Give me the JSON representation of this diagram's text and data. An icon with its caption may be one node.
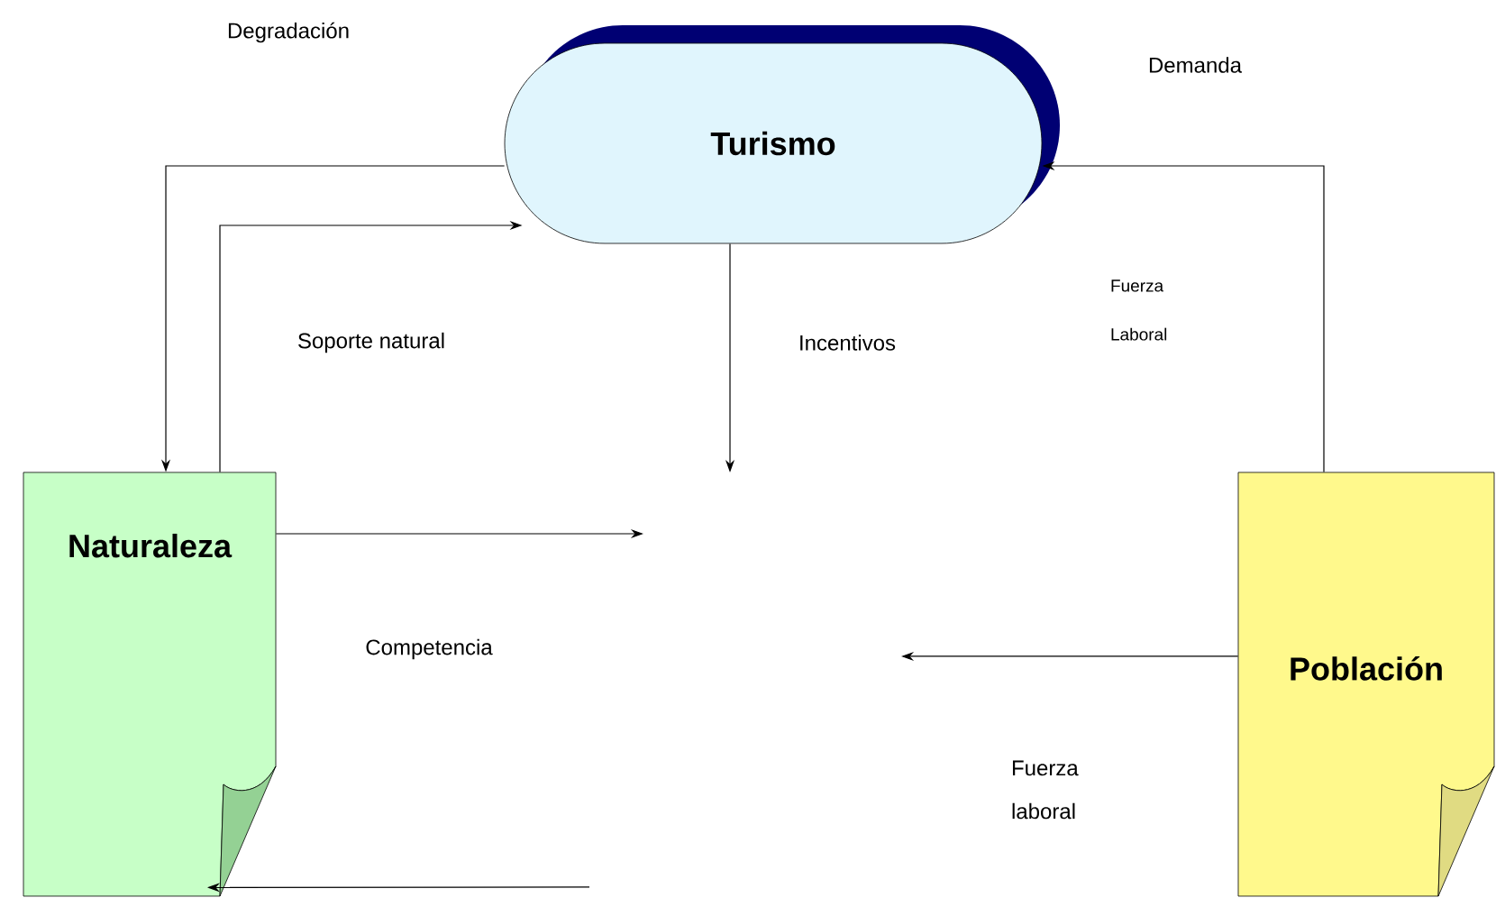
{
  "diagram": {
    "nodes": [
      {
        "text": [
          "Turismo"
        ]
      },
      {
        "text": [
          "Naturaleza"
        ]
      },
      {
        "text": [
          "Población"
        ]
      }
    ],
    "edges": [
      {
        "from": 0,
        "to": 1,
        "arrow": "to"
      },
      {
        "from": 1,
        "to": 0,
        "arrow": "to"
      },
      {
        "from": 0,
        "to": null,
        "arrow": "to"
      },
      {
        "from": 1,
        "to": null,
        "arrow": "to"
      },
      {
        "from": 2,
        "to": null,
        "arrow": "to"
      },
      {
        "from": null,
        "to": 1,
        "arrow": "to"
      },
      {
        "from": 2,
        "to": 0,
        "arrow": "to"
      }
    ],
    "labels": [
      "Degradación",
      "Demanda",
      "Fuerza Laboral",
      "Soporte natural",
      "Incentivos",
      "Competencia",
      "Fuerza laboral"
    ]
  }
}
